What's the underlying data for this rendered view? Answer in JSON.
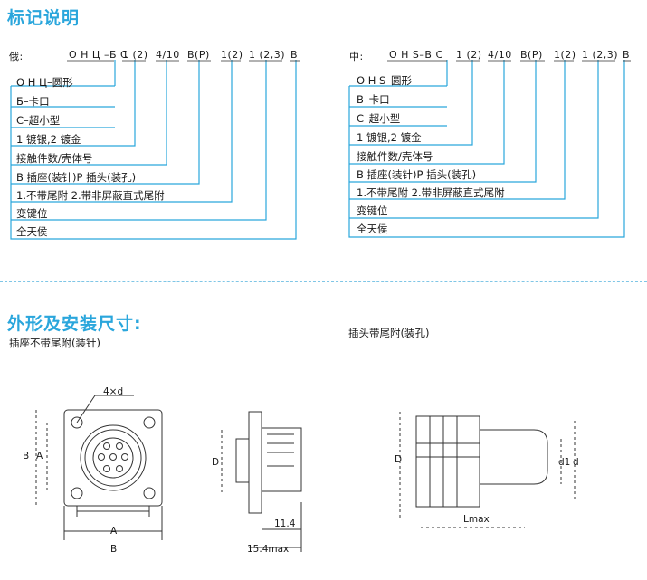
{
  "section1": {
    "title": "标记说明"
  },
  "left_block": {
    "prefix": "俄:",
    "codes": [
      "О Н Ц –Б С",
      "1 (2)",
      "4/10",
      "B(P)",
      "1(2)",
      "1 (2,3)",
      "B"
    ],
    "rows": [
      "О Н Ц–圆形",
      "Б–卡口",
      "С–超小型",
      "1 镀银,2 镀金",
      "接触件数/壳体号",
      "B 插座(装针)P 插头(装孔)",
      "1.不带尾附 2.带非屏蔽直式尾附",
      "变键位",
      "全天侯"
    ]
  },
  "right_block": {
    "prefix": "中:",
    "codes": [
      "O H S–B C",
      "1 (2)",
      "4/10",
      "B(P)",
      "1(2)",
      "1 (2,3)",
      "B"
    ],
    "rows": [
      "O H S–圆形",
      "B–卡口",
      "C–超小型",
      "1 镀银,2 镀金",
      "接触件数/壳体号",
      "B 插座(装针)P 插头(装孔)",
      "1.不带尾附 2.带非屏蔽直式尾附",
      "变键位",
      "全天侯"
    ]
  },
  "section2": {
    "title": "外形及安装尺寸:",
    "left_caption": "插座不带尾附(装针)",
    "right_caption": "插头带尾附(装孔)"
  },
  "dimensions": {
    "hole": "4×d",
    "A": "A",
    "B": "B",
    "D": "D",
    "d1": "d1",
    "d": "d",
    "len1": "11.4",
    "len2": "15.4max",
    "lmax": "Lmax"
  },
  "colors": {
    "accent": "#2aa6dc",
    "line": "#2aa6dc"
  }
}
